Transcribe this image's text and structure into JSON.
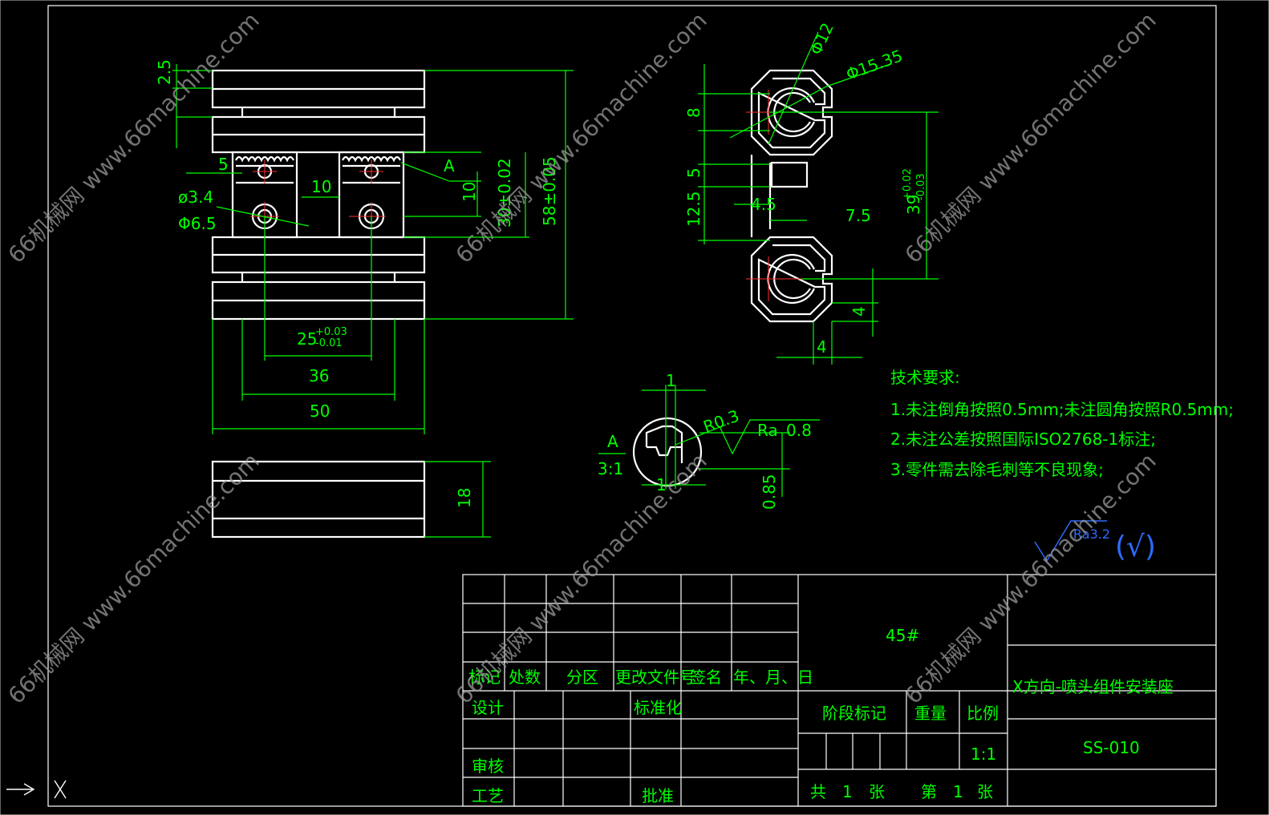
{
  "watermark": "66机械网 www.66machine.com",
  "colors": {
    "background": "#000000",
    "outline": "#ffffff",
    "dimension": "#00ff00",
    "centerline": "#ff3030"
  },
  "dims": {
    "d_2_5": "2.5",
    "d_5a": "5",
    "d_10_gap": "10",
    "d_10_v": "10",
    "d_phi34": "ø3.4",
    "d_phi65": "Φ6.5",
    "d_30": "30±0.02",
    "d_58": "58±0.05",
    "d_25": "25",
    "d_25_tol_up": "+0.03",
    "d_25_tol_dn": "-0.01",
    "d_36": "36",
    "d_50": "50",
    "d_18": "18",
    "label_A": "A",
    "d_phi12": "Φ12",
    "d_phi1535": "Φ15.35",
    "d_8": "8",
    "d_5b": "5",
    "d_125": "12.5",
    "d_45": "4.5",
    "d_75": "7.5",
    "d_39": "39",
    "d_39_tol_up": "+0.02",
    "d_39_tol_dn": "-0.03",
    "d_4v": "4",
    "d_4h": "4",
    "detail_label": "A",
    "detail_scale": "3:1",
    "d_1_top": "1",
    "d_1_bot": "1",
    "r03": "R0.3",
    "ra": "Ra",
    "ra_val": "0.8",
    "d_085": "0.85",
    "rough": "Ra3.2",
    "rough_check": "(√)"
  },
  "tech": {
    "title": "技术要求:",
    "items": [
      "1.未注倒角按照0.5mm;未注圆角按照R0.5mm;",
      "2.未注公差按照国际ISO2768-1标注;",
      "3.零件需去除毛刺等不良现象;"
    ]
  },
  "titleblock": {
    "material": "45#",
    "part_name": "X方向-喷头组件安装座",
    "drawing_no": "SS-010",
    "h_mark": "标记",
    "h_count": "处数",
    "h_zone": "分区",
    "h_doc": "更改文件号",
    "h_sign": "签名",
    "h_date": "年、月、日",
    "design": "设计",
    "standard": "标准化",
    "review": "审核",
    "process": "工艺",
    "approve": "批准",
    "stage": "阶段标记",
    "weight": "重量",
    "scale_label": "比例",
    "scale": "1:1",
    "total": "共",
    "total_n": "1",
    "sheet_unit": "张",
    "sheet": "第",
    "sheet_n": "1",
    "sheet_unit2": "张"
  }
}
